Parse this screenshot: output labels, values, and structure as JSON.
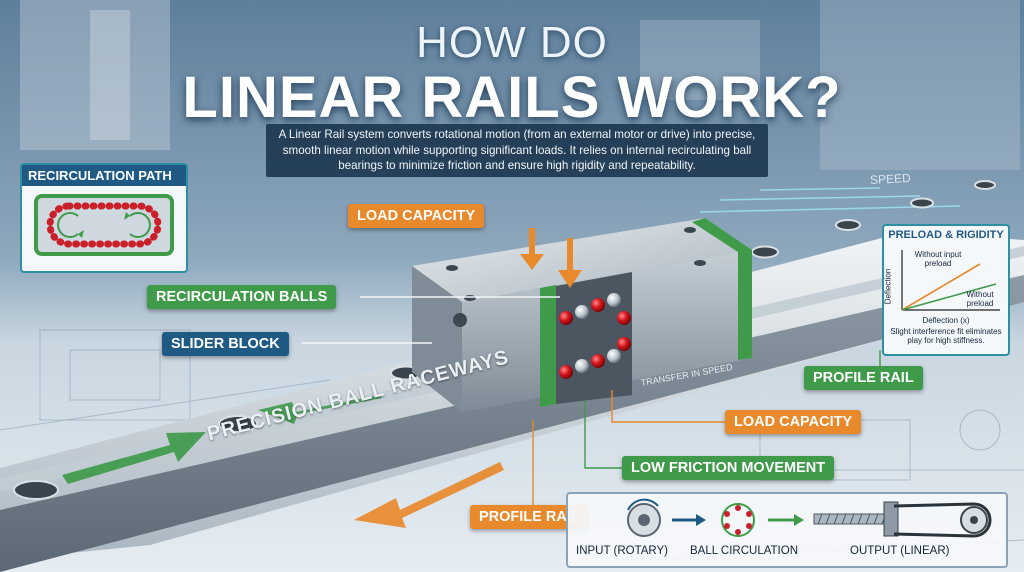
{
  "title": {
    "line1": "HOW DO",
    "line2": "LINEAR RAILS WORK?"
  },
  "description": "A Linear Rail system converts rotational motion (from an external motor or drive) into precise, smooth linear motion while supporting significant loads. It relies on internal recirculating ball bearings to minimize friction and ensure high rigidity and repeatability.",
  "labels": {
    "load_capacity_top": "LOAD CAPACITY",
    "recirculation_balls": "RECIRCULATION BALLS",
    "slider_block": "SLIDER BLOCK",
    "profile_rail_right": "PROFILE RAIL",
    "load_capacity_bottom": "LOAD CAPACITY",
    "low_friction": "LOW FRICTION MOVEMENT",
    "profile_rail_bottom": "PROFILE RAIL",
    "rail_text": "PRECISION BALL RACEWAYS",
    "speed": "SPEED",
    "speed_block": "TRANSFER IN SPEED"
  },
  "recirculation_panel": {
    "title": "RECIRCULATION PATH"
  },
  "preload_panel": {
    "title": "PRELOAD & RIGIDITY",
    "ylabel": "Deflection",
    "xlabel": "Deflection (x)",
    "series_with": "Without input preload",
    "series_without": "Without preload",
    "caption": "Slight interference fit eliminates play for high stiffness."
  },
  "flow": {
    "input": "INPUT (ROTARY)",
    "middle": "BALL CIRCULATION",
    "output": "OUTPUT (LINEAR)"
  },
  "colors": {
    "orange": "#e8892c",
    "green": "#3f9a4a",
    "blue": "#1f5a84",
    "panel_border": "#2e8fa2"
  }
}
